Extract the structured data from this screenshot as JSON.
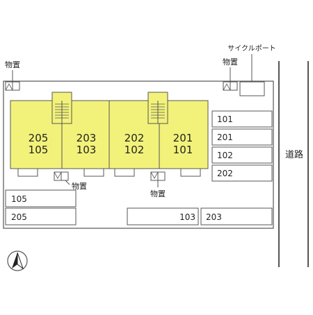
{
  "labels": {
    "storage": "物置",
    "cycle_port": "サイクルポート",
    "road": "道路"
  },
  "buildings": [
    {
      "units": [
        {
          "top": "205",
          "bottom": "105"
        },
        {
          "top": "203",
          "bottom": "103"
        }
      ]
    },
    {
      "units": [
        {
          "top": "202",
          "bottom": "102"
        },
        {
          "top": "201",
          "bottom": "101"
        }
      ]
    }
  ],
  "parking_right": [
    "101",
    "201",
    "102",
    "202"
  ],
  "parking_left": [
    "105",
    "205"
  ],
  "parking_bottom": [
    "103",
    "203"
  ],
  "colors": {
    "building": "#f2f27a",
    "outline": "#555555",
    "background": "#ffffff"
  },
  "icons": {
    "north_arrow": "north-arrow-icon",
    "stairs": "stairs-icon",
    "storage": "storage-shed-icon"
  }
}
